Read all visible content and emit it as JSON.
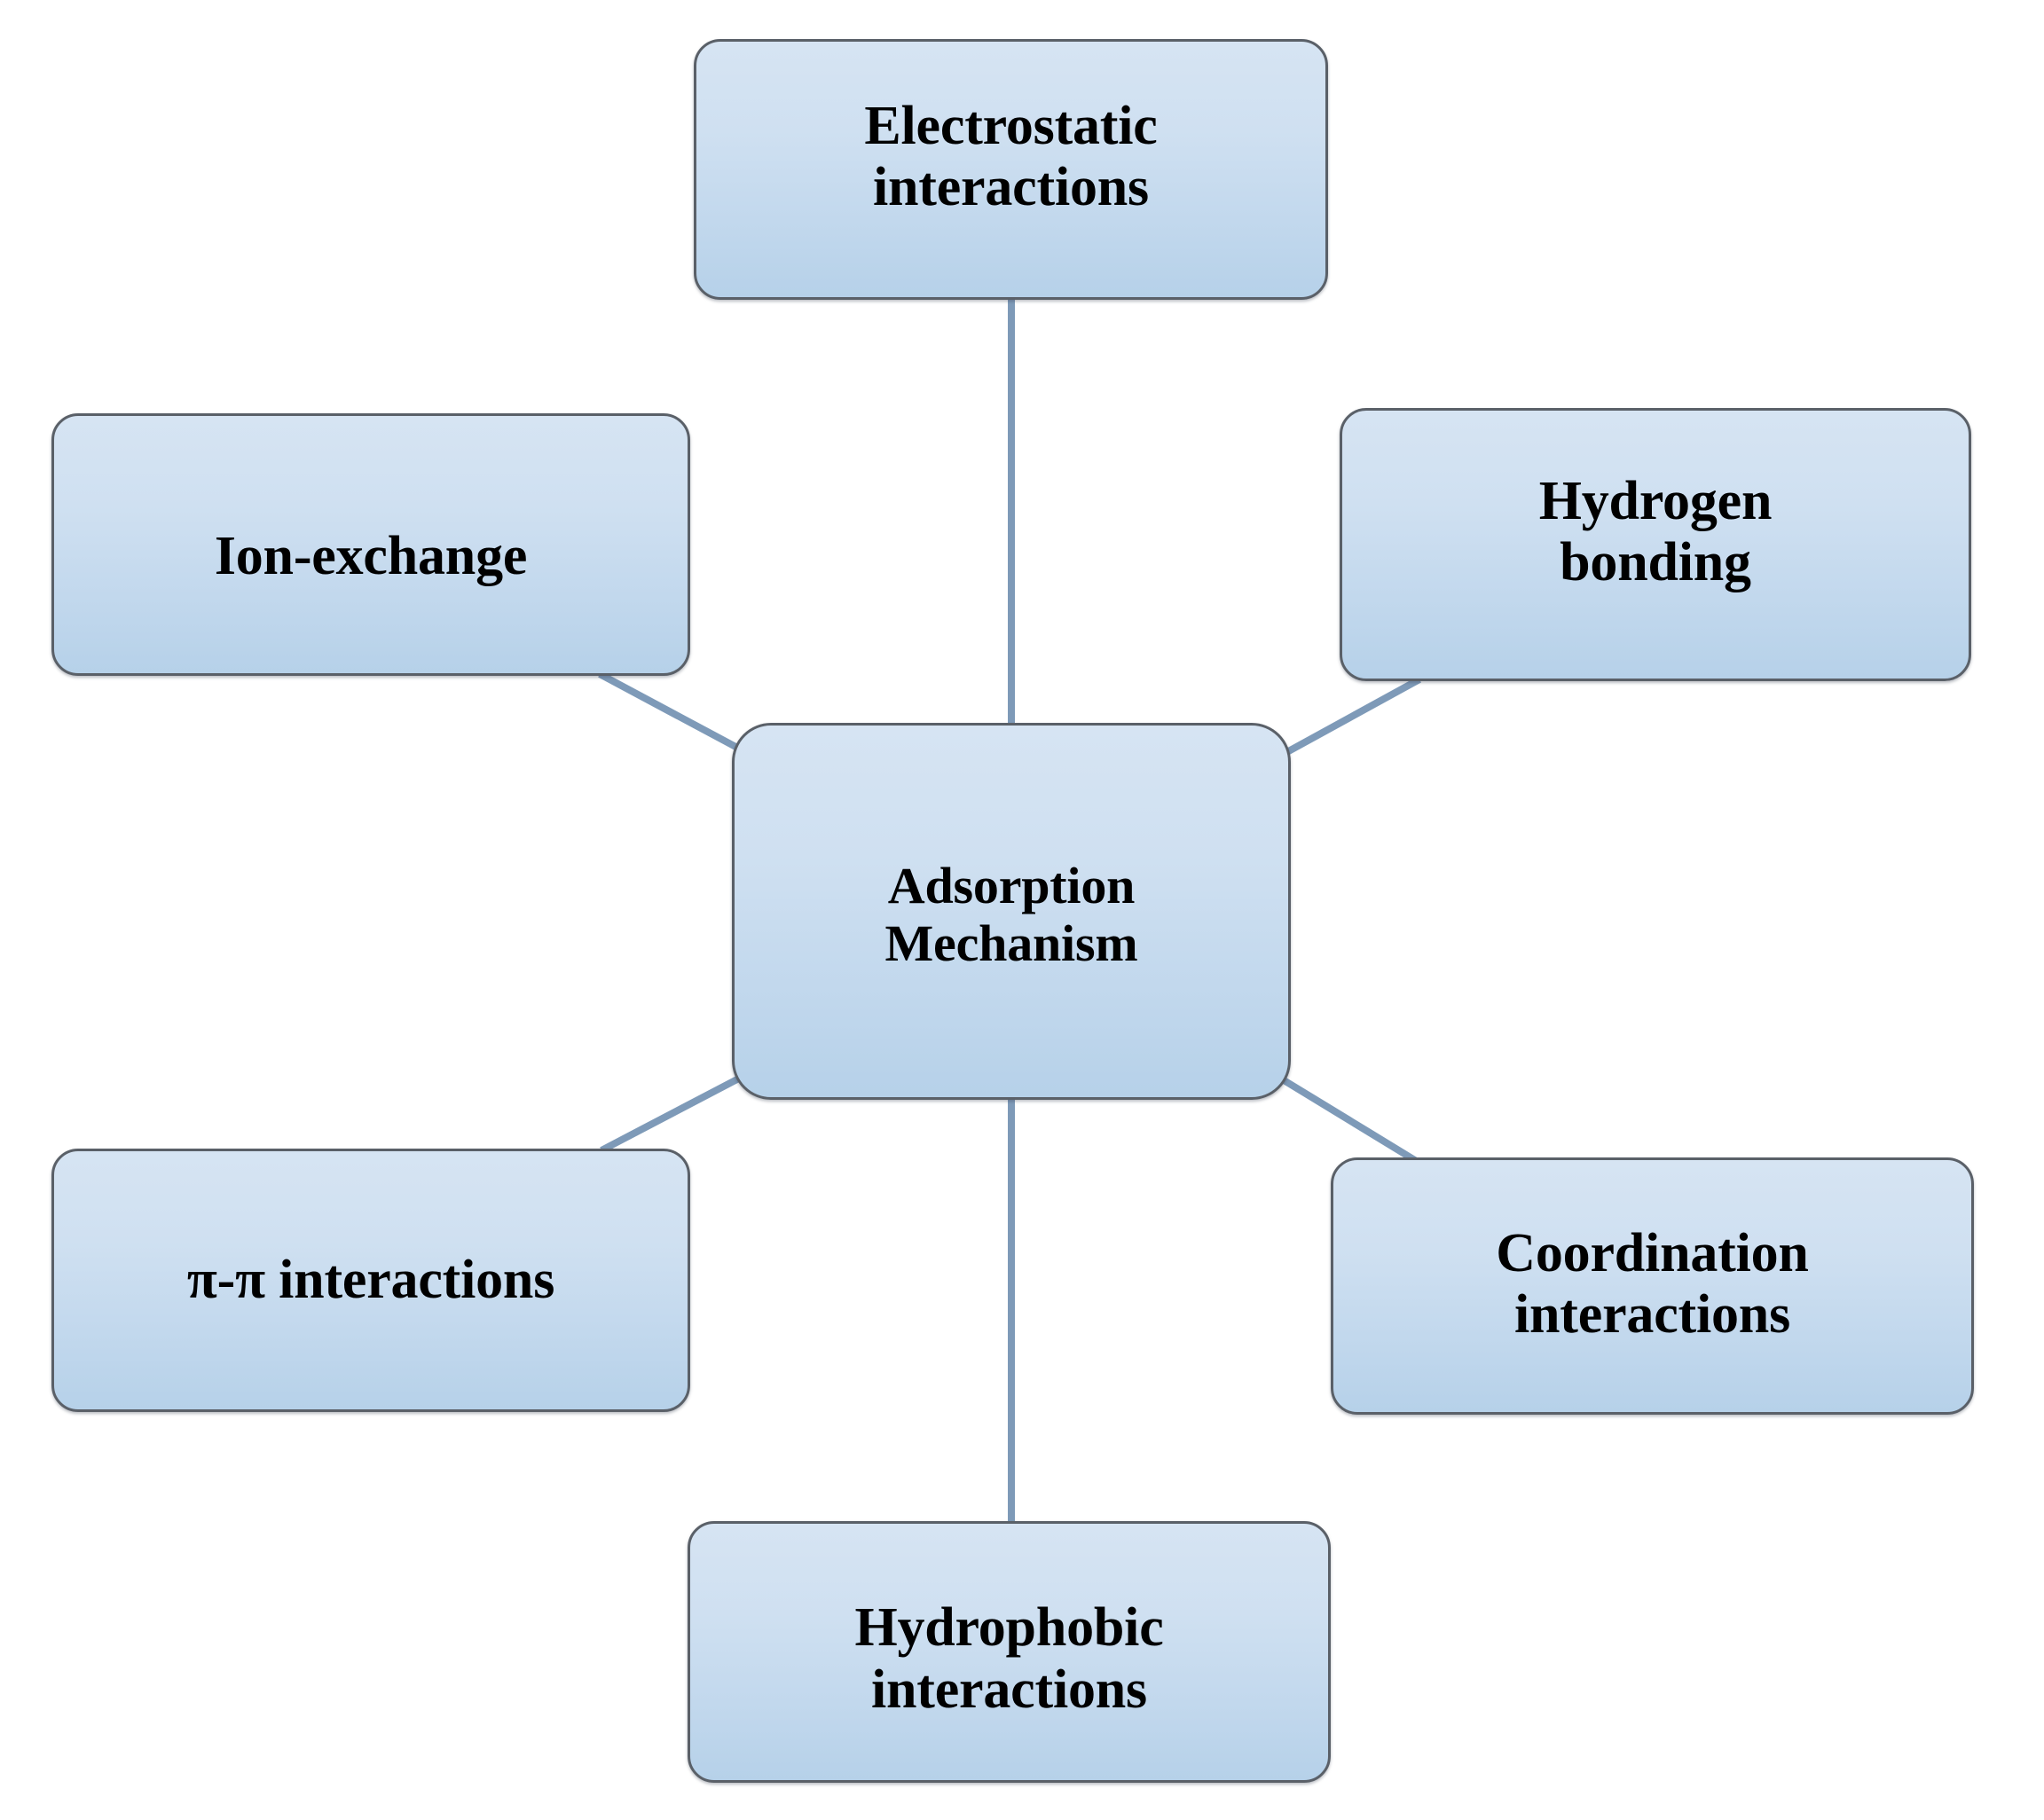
{
  "diagram": {
    "type": "radial-hub-and-spoke",
    "title": "Adsorption Mechanism",
    "background_color": "#ffffff",
    "node_style": {
      "fill_top": "#d6e4f3",
      "fill_bottom": "#b6d1e9",
      "border_color": "#5a6068",
      "text_color": "#000000"
    },
    "connector_color": "#7e9ab8",
    "center": {
      "id": "adsorption-mechanism",
      "label": "Adsorption\nMechanism"
    },
    "nodes": [
      {
        "id": "electrostatic-interactions",
        "label": "Electrostatic\ninteractions",
        "position": "top"
      },
      {
        "id": "ion-exchange",
        "label": "Ion-exchange",
        "position": "upper-left"
      },
      {
        "id": "hydrogen-bonding",
        "label": "Hydrogen\nbonding",
        "position": "upper-right"
      },
      {
        "id": "pi-pi-interactions",
        "label": "π-π interactions",
        "position": "lower-left"
      },
      {
        "id": "coordination-interactions",
        "label": "Coordination\ninteractions",
        "position": "lower-right"
      },
      {
        "id": "hydrophobic-interactions",
        "label": "Hydrophobic\ninteractions",
        "position": "bottom"
      }
    ],
    "edges": [
      {
        "from": "electrostatic-interactions",
        "to": "adsorption-mechanism",
        "style": "straight-vertical"
      },
      {
        "from": "ion-exchange",
        "to": "adsorption-mechanism",
        "style": "straight-diagonal"
      },
      {
        "from": "hydrogen-bonding",
        "to": "adsorption-mechanism",
        "style": "straight-diagonal"
      },
      {
        "from": "pi-pi-interactions",
        "to": "adsorption-mechanism",
        "style": "straight-diagonal"
      },
      {
        "from": "coordination-interactions",
        "to": "adsorption-mechanism",
        "style": "straight-diagonal"
      },
      {
        "from": "hydrophobic-interactions",
        "to": "adsorption-mechanism",
        "style": "straight-vertical"
      }
    ]
  }
}
